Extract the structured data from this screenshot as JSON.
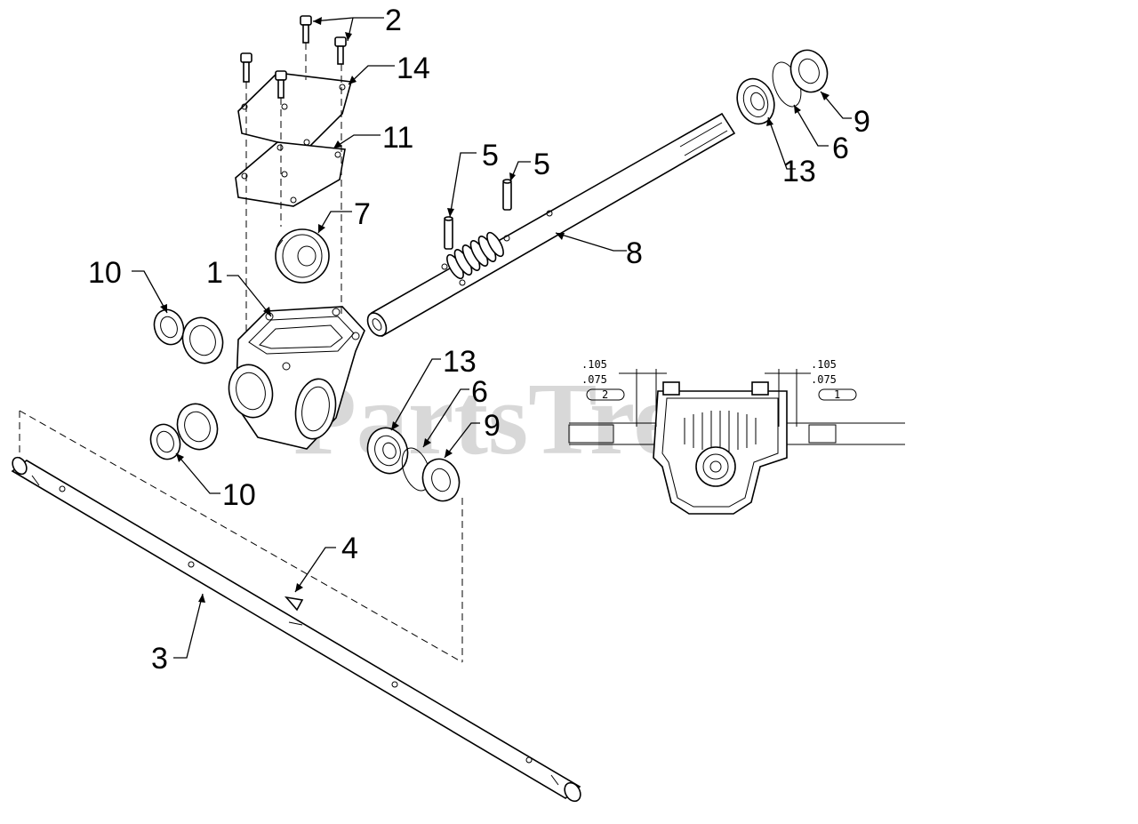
{
  "watermark": "PartsTree",
  "callouts": {
    "c1": "1",
    "c2": "2",
    "c3": "3",
    "c4": "4",
    "c5a": "5",
    "c5b": "5",
    "c6a": "6",
    "c6b": "6",
    "c7": "7",
    "c8": "8",
    "c9a": "9",
    "c9b": "9",
    "c10a": "10",
    "c10b": "10",
    "c11": "11",
    "c13a": "13",
    "c13b": "13",
    "c14": "14"
  },
  "detail_view": {
    "left_dim_upper": ".105",
    "left_dim_lower": ".075",
    "left_tag": "2",
    "right_dim_upper": ".105",
    "right_dim_lower": ".075",
    "right_tag": "1"
  }
}
